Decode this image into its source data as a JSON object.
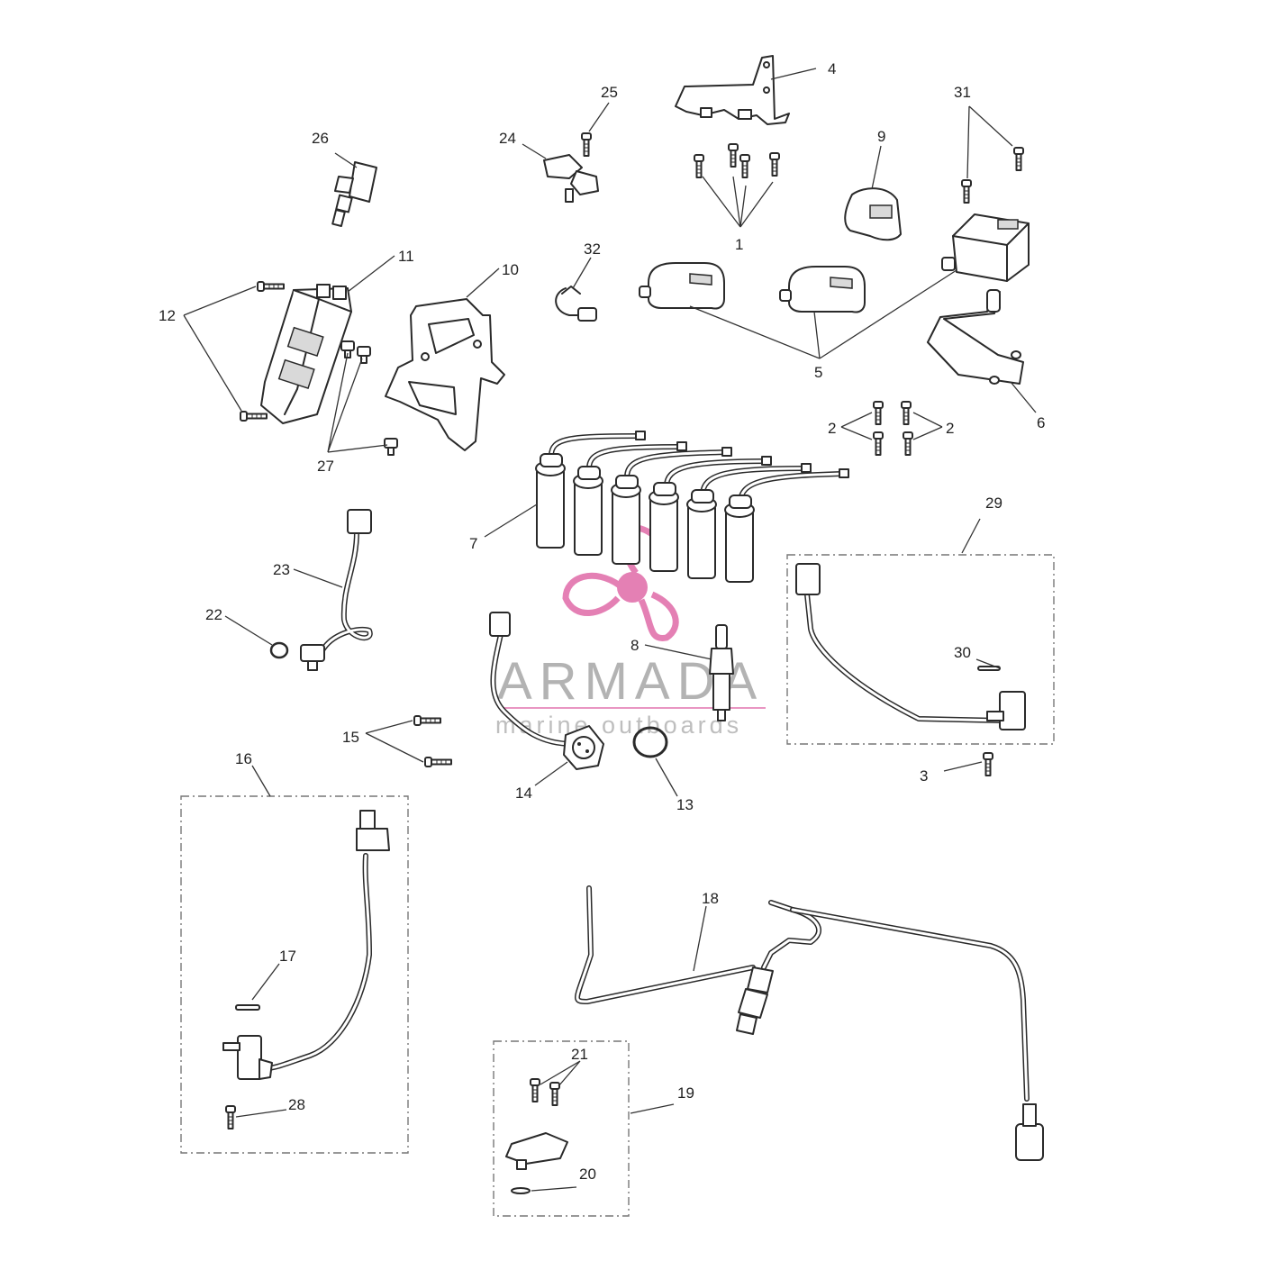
{
  "watermark": {
    "brand": "ARMADA",
    "tagline": "marine outboards",
    "logo_color": "#e06aa8"
  },
  "callouts": {
    "c1": "1",
    "c2a": "2",
    "c2b": "2",
    "c3": "3",
    "c4": "4",
    "c5": "5",
    "c6": "6",
    "c7": "7",
    "c8": "8",
    "c9": "9",
    "c10": "10",
    "c11": "11",
    "c12": "12",
    "c13": "13",
    "c14": "14",
    "c15": "15",
    "c16": "16",
    "c17": "17",
    "c18": "18",
    "c19": "19",
    "c20": "20",
    "c21": "21",
    "c22": "22",
    "c23": "23",
    "c24": "24",
    "c25": "25",
    "c26": "26",
    "c27": "27",
    "c28": "28",
    "c29": "29",
    "c30": "30",
    "c31": "31",
    "c32": "32"
  }
}
